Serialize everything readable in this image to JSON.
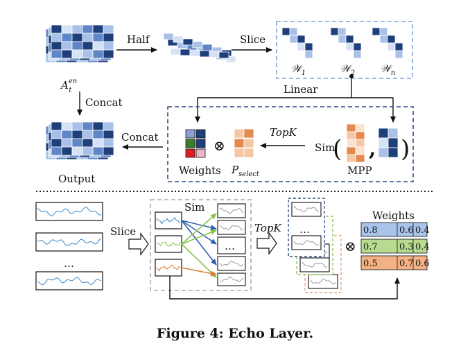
{
  "colors": {
    "navy": "#1f3f7a",
    "mid": "#5f86c6",
    "light": "#a9c1e8",
    "pale": "#d5e2f5",
    "dash_blue": "#7fa3d8",
    "dash_navy": "#2f4d86",
    "dash_green": "#8cc55a",
    "dash_orange": "#e6a27f",
    "orange": "#e58a4f",
    "green_line": "#8bc34a",
    "orange_line": "#e07b3c",
    "series_line": "#3a86c8",
    "row_blue": "#a9c4ea",
    "row_green": "#b8dc8f",
    "row_orange": "#f4b183"
  },
  "top": {
    "input_label": "A",
    "input_sup": "en",
    "input_sub": "t",
    "half": "Half",
    "slice": "Slice",
    "w1_label": "𝒲",
    "w1_sub": "1",
    "w2_label": "𝒲",
    "w2_sub": "2",
    "wn_label": "𝒲",
    "wn_sub": "n",
    "linear": "Linear",
    "concat_down": "Concat",
    "concat_left": "Concat",
    "output": "Output",
    "weights": "Weights",
    "otimes": "⊗",
    "p_label": "P",
    "p_sub": "select",
    "topk": "TopK",
    "sim": "Sim",
    "paren_open": "(",
    "paren_close": ")",
    "comma": ",",
    "mpp": "MPP"
  },
  "bottom": {
    "slice": "Slice",
    "sim": "Sim",
    "ellipsis_left": "…",
    "ellipsis_bank": "…",
    "ellipsis_stack": "…",
    "topk": "TopK",
    "otimes": "⊗",
    "weights_title": "Weights",
    "weight_rows": [
      [
        "0.8",
        "0.6",
        "0.4"
      ],
      [
        "0.7",
        "0.3",
        "0.4"
      ],
      [
        "0.5",
        "0.7",
        "0.6"
      ]
    ]
  },
  "caption": "Figure 4: Echo Layer."
}
